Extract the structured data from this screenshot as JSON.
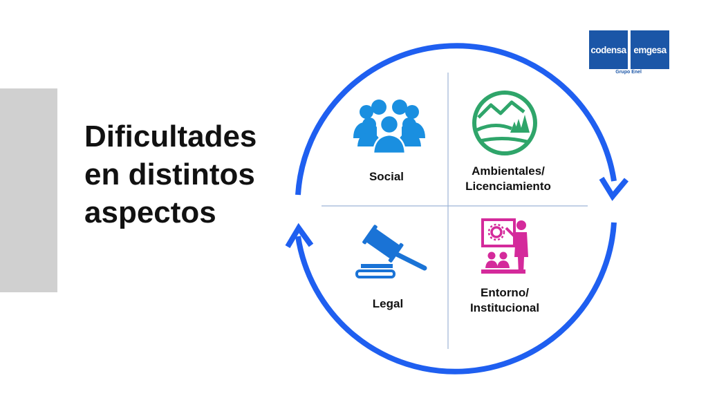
{
  "title": {
    "line1": "Dificultades",
    "line2": "en distintos",
    "line3": "aspectos"
  },
  "logo": {
    "left": "codensa",
    "right": "emgesa",
    "subtitle": "Grupo Enel"
  },
  "quadrants": {
    "social": {
      "label": "Social",
      "icon": "people-group-icon"
    },
    "ambientales": {
      "line1": "Ambientales/",
      "line2": "Licenciamiento",
      "icon": "mountain-forest-icon"
    },
    "legal": {
      "label": "Legal",
      "icon": "gavel-icon"
    },
    "entorno": {
      "line1": "Entorno/",
      "line2": "Institucional",
      "icon": "presentation-icon"
    }
  },
  "colors": {
    "cycle_arrow": "#1f5ff0",
    "divider": "#9db4d6",
    "social_icon": "#1a8fe0",
    "ambiental_icon": "#2fa56a",
    "legal_icon": "#1a73d6",
    "entorno_icon": "#d42a9b",
    "logo_blue": "#1b56a7"
  }
}
